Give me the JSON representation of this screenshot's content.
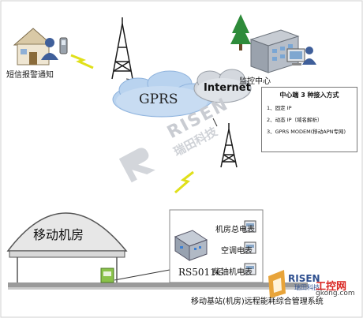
{
  "labels": {
    "sms_alert": "短信报警通知",
    "monitoring_center": "监控中心",
    "gprs": "GPRS",
    "internet": "Internet",
    "machine_room": "移动机房",
    "device_model": "RS5011G",
    "system_title": "移动基站(机房)远程能耗综合管理系统"
  },
  "access_box": {
    "title": "中心端 3 种接入方式",
    "items": [
      "1、固定 IP",
      "2、动态 IP（域名解析）",
      "3、GPRS MODEM(移动APN专网)"
    ]
  },
  "meters": [
    "机房总电表",
    "空调电表",
    "柴油机电表"
  ],
  "watermark": {
    "brand": "RISEN",
    "brand_cn": "瑞田科技"
  },
  "bottom_logo": {
    "brand": "RISEN",
    "brand_cn": "瑞田科技",
    "site": "工控网",
    "url": "gkong.com"
  },
  "colors": {
    "cloud": "#b9d3ef",
    "cloud_dark": "#8fb3dd",
    "tower": "#1b1b1b",
    "signal": "#e0e01a",
    "line": "#333333"
  }
}
